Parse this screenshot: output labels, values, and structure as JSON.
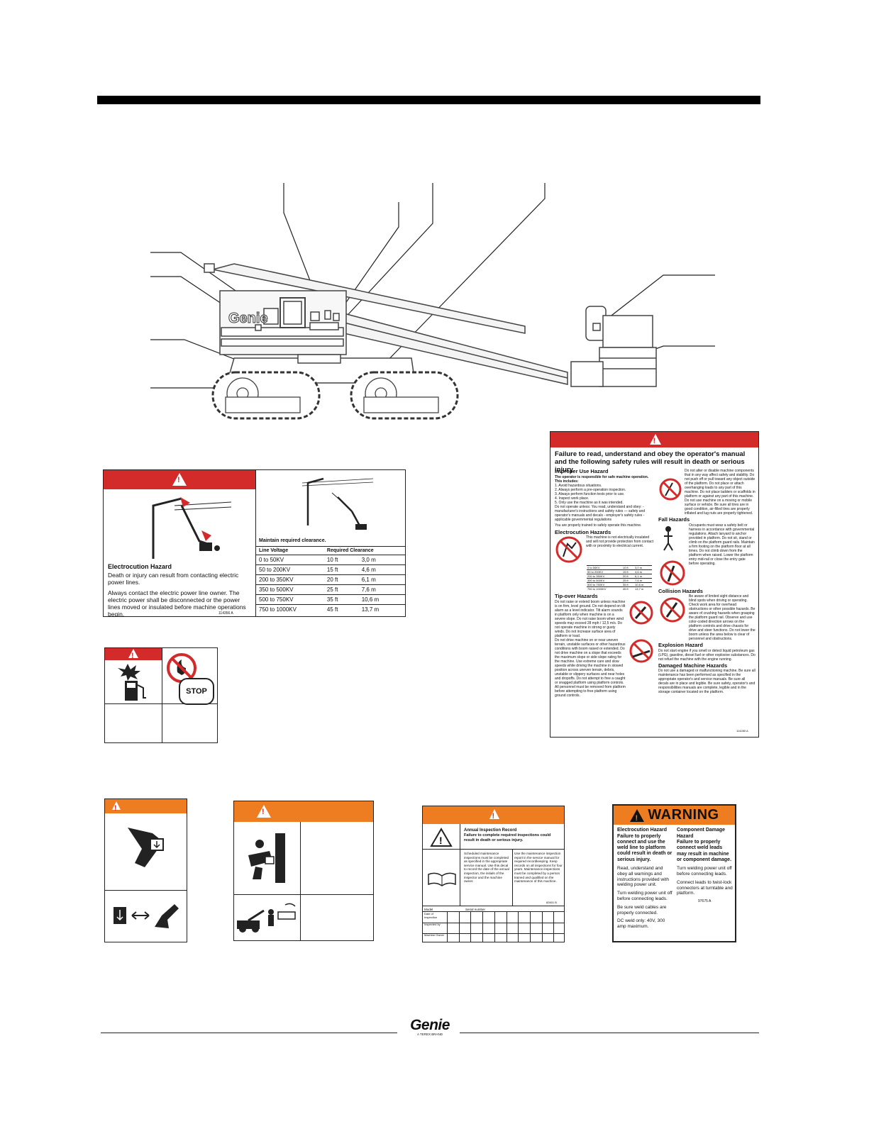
{
  "brand": {
    "logo": "Genie",
    "tagline": "A TEREX BRAND"
  },
  "decals": {
    "electrocution": {
      "title": "Electrocution Hazard",
      "line1": "Death or injury can result from contacting electric power lines.",
      "line2": "Always contact the electric power line owner. The electric power shall be disconnected or the power lines moved or insulated before machine operations begin.",
      "part_no": "114356 A",
      "clearance_title": "Maintain required clearance.",
      "col_voltage": "Line Voltage",
      "col_clearance": "Required Clearance",
      "rows": [
        {
          "v": "0 to 50KV",
          "ft": "10 ft",
          "m": "3,0 m"
        },
        {
          "v": "50 to 200KV",
          "ft": "15 ft",
          "m": "4,6 m"
        },
        {
          "v": "200 to 350KV",
          "ft": "20 ft",
          "m": "6,1 m"
        },
        {
          "v": "350 to 500KV",
          "ft": "25 ft",
          "m": "7,6 m"
        },
        {
          "v": "500 to 750KV",
          "ft": "35 ft",
          "m": "10,6 m"
        },
        {
          "v": "750 to 1000KV",
          "ft": "45 ft",
          "m": "13,7 m"
        }
      ]
    },
    "fuel": {
      "stop": "STOP"
    },
    "safety_rules": {
      "headline": "Failure to read, understand and obey the operator's manual and the following safety rules will result in death or serious injury.",
      "improper_use": "Improper Use Hazard",
      "improper_intro": "The operator is responsible for safe machine operation. This includes:",
      "improper_items": [
        "1. Avoid hazardous situations.",
        "2. Always perform a pre-operation inspection.",
        "3. Always perform function tests prior to use.",
        "4. Inspect work place.",
        "5. Only use the machine as it was intended."
      ],
      "improper_more": "Do not operate unless: You read, understand and obey: - manufacturer's instructions and safety rules — safety and operator's manuals and decals - employer's safety rules - applicable governmental regulations",
      "trained": "You are properly trained to safely operate this machine.",
      "electrocution": "Electrocution Hazards",
      "electrocution_text": "This machine is not electrically insulated and will not provide protection from contact with or proximity to electrical current.",
      "tipover": "Tip-over Hazards",
      "tipover_text": "Do not raise or extend boom unless machine is on firm, level ground. Do not depend on tilt alarm as a level indicator. Tilt alarm sounds in platform only when machine is on a severe slope. Do not raise boom when wind speeds may exceed 28 mph / 12,5 m/s. Do not operate machine in strong or gusty winds. Do not increase surface area of platform or load.",
      "tipover_text2": "Do not drive machine on or near uneven terrain, unstable surfaces or other hazardous conditions with boom raised or extended. Do not drive machine on a slope that exceeds the maximum slope or side slope rating for the machine. Use extreme care and slow speeds while driving the machine in stowed position across uneven terrain, debris, unstable or slippery surfaces and near holes and dropoffs. Do not attempt to free a caught or snagged platform using platform controls. All personnel must be removed from platform before attempting to free platform using ground controls.",
      "right_top": "Do not alter or disable machine components that in any way affect safety and stability. Do not push off or pull toward any object outside of the platform. Do not place or attach overhanging loads to any part of this machine. Do not place ladders or scaffolds in platform or against any part of this machine. Do not use machine on a moving or mobile surface or vehicle. Be sure all tires are in good condition, air-filled tires are properly inflated and lug nuts are properly tightened.",
      "fall": "Fall Hazards",
      "fall_text": "Occupants must wear a safety belt or harness in accordance with governmental regulations. Attach lanyard to anchor provided in platform. Do not sit, stand or climb on the platform guard rails. Maintain a firm footing on the platform floor at all times. Do not climb down from the platform when raised. Lower the platform entry mid-rail or close the entry gate before operating.",
      "collision": "Collision Hazards",
      "collision_text": "Be aware of limited sight distance and blind spots when driving or operating. Check work area for overhead obstructions or other possible hazards. Be aware of crushing hazards when grasping the platform guard rail. Observe and use color-coded direction arrows on the platform controls and drive chassis for drive and steer functions. Do not lower the boom unless the area below is clear of personnel and obstructions.",
      "explosion": "Explosion Hazard",
      "explosion_text": "Do not start engine if you smell or detect liquid petroleum gas (LPG), gasoline, diesel fuel or other explosive substances. Do not refuel the machine with the engine running.",
      "damaged": "Damaged Machine Hazards",
      "damaged_text": "Do not use a damaged or malfunctioning machine. Be sure all maintenance has been performed as specified in the appropriate operator's and service manuals. Be sure all decals are in place and legible. Be sure safety, operator's and responsibilities manuals are complete, legible and in the storage container located on the platform.",
      "part_no": "114280 A"
    },
    "annual": {
      "title": "Annual Inspection Record",
      "sub": "Failure to complete required inspections could result in death or serious injury.",
      "col1": "Scheduled maintenance inspections must be completed as specified in the appropriate service manual. Use this decal to record the date of the annual inspection, the initials of the inspector and the machine owner.",
      "col2": "Use the maintenance inspection report in the service manual for required recordkeeping. Keep records on all inspections for four years. Maintenance inspections must be completed by a person trained and qualified on the maintenance of this machine.",
      "part_no": "82601 B",
      "model": "Model",
      "serial": "Serial number",
      "row_labels": [
        "Date of Inspection",
        "Inspected by",
        "Machine Owner"
      ]
    },
    "weld": {
      "header": "WARNING",
      "left_title": "Electrocution Hazard",
      "left_bold": "Failure to properly connect and use the weld line to platform could result in death or serious injury.",
      "left_items": [
        "Read, understand and obey all warnings and instructions provided with welding power unit.",
        "Turn welding power unit off before connecting leads.",
        "Be sure weld cables are properly connected.",
        "DC weld only: 40V, 300 amp maximum."
      ],
      "right_title": "Component Damage Hazard",
      "right_bold": "Failure to properly connect weld leads may result in machine or component damage.",
      "right_items": [
        "Turn welding power unit off before connecting leads.",
        "Connect leads to twist-lock connectors at turntable and platform."
      ],
      "part_no": "97675 A"
    }
  }
}
